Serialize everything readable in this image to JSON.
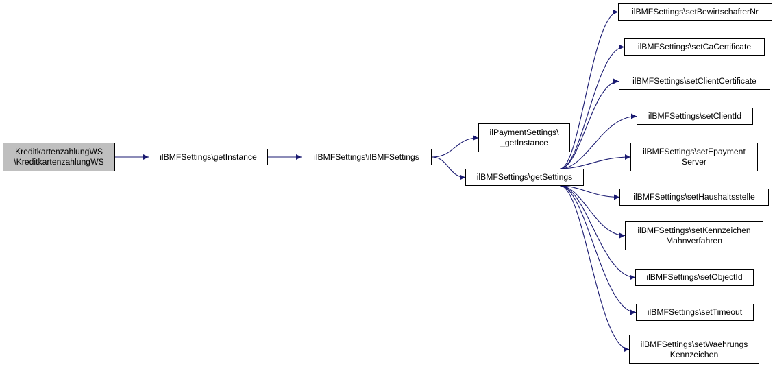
{
  "diagram": {
    "edge_color": "#191970",
    "root_fill": "#bfbfbf",
    "nodes": [
      {
        "id": "root",
        "lines": [
          "KreditkartenzahlungWS",
          "\\KreditkartenzahlungWS"
        ]
      },
      {
        "id": "getinstance",
        "lines": [
          "ilBMFSettings\\getInstance"
        ]
      },
      {
        "id": "ctor",
        "lines": [
          "ilBMFSettings\\ilBMFSettings"
        ]
      },
      {
        "id": "payment",
        "lines": [
          "ilPaymentSettings\\",
          "_getInstance"
        ]
      },
      {
        "id": "getsettings",
        "lines": [
          "ilBMFSettings\\getSettings"
        ]
      },
      {
        "id": "bewirtschafter",
        "lines": [
          "ilBMFSettings\\setBewirtschafterNr"
        ]
      },
      {
        "id": "cacert",
        "lines": [
          "ilBMFSettings\\setCaCertificate"
        ]
      },
      {
        "id": "clientcert",
        "lines": [
          "ilBMFSettings\\setClientCertificate"
        ]
      },
      {
        "id": "clientid",
        "lines": [
          "ilBMFSettings\\setClientId"
        ]
      },
      {
        "id": "epayment",
        "lines": [
          "ilBMFSettings\\setEpayment",
          "Server"
        ]
      },
      {
        "id": "haushalt",
        "lines": [
          "ilBMFSettings\\setHaushaltsstelle"
        ]
      },
      {
        "id": "kennzeichen",
        "lines": [
          "ilBMFSettings\\setKennzeichen",
          "Mahnverfahren"
        ]
      },
      {
        "id": "objectid",
        "lines": [
          "ilBMFSettings\\setObjectId"
        ]
      },
      {
        "id": "timeout",
        "lines": [
          "ilBMFSettings\\setTimeout"
        ]
      },
      {
        "id": "waehrung",
        "lines": [
          "ilBMFSettings\\setWaehrungs",
          "Kennzeichen"
        ]
      }
    ],
    "edges": [
      {
        "from": "root",
        "to": "getinstance"
      },
      {
        "from": "getinstance",
        "to": "ctor"
      },
      {
        "from": "ctor",
        "to": "payment"
      },
      {
        "from": "ctor",
        "to": "getsettings"
      },
      {
        "from": "getsettings",
        "to": "bewirtschafter"
      },
      {
        "from": "getsettings",
        "to": "cacert"
      },
      {
        "from": "getsettings",
        "to": "clientcert"
      },
      {
        "from": "getsettings",
        "to": "clientid"
      },
      {
        "from": "getsettings",
        "to": "epayment"
      },
      {
        "from": "getsettings",
        "to": "haushalt"
      },
      {
        "from": "getsettings",
        "to": "kennzeichen"
      },
      {
        "from": "getsettings",
        "to": "objectid"
      },
      {
        "from": "getsettings",
        "to": "timeout"
      },
      {
        "from": "getsettings",
        "to": "waehrung"
      }
    ]
  }
}
